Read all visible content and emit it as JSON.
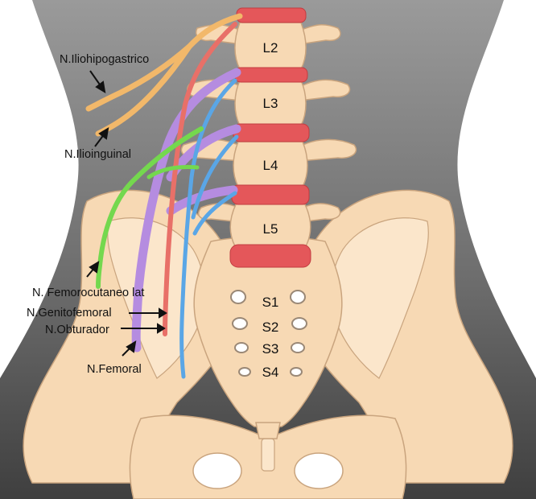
{
  "colors": {
    "background_grey": "#7a7a7a",
    "bone": "#f7d9b4",
    "disc": "#e4575a",
    "nerve_iliohipogastrico": "#f2b86a",
    "nerve_femorocutaneo": "#74d84e",
    "nerve_femoral": "#b58ce0",
    "nerve_obturador": "#5aa6e6",
    "nerve_genitofemoral": "#e87068"
  },
  "vertebrae": {
    "l2": "L2",
    "l3": "L3",
    "l4": "L4",
    "l5": "L5",
    "s1": "S1",
    "s2": "S2",
    "s3": "S3",
    "s4": "S4"
  },
  "labels": {
    "iliohipogastrico": "N.Iliohipogastrico",
    "ilioinguinal": "N.Ilioinguinal",
    "femorocutaneo": "N. Femorocutaneo lat",
    "genitofemoral": "N.Genitofemoral",
    "obturador": "N.Obturador",
    "femoral": "N.Femoral"
  }
}
